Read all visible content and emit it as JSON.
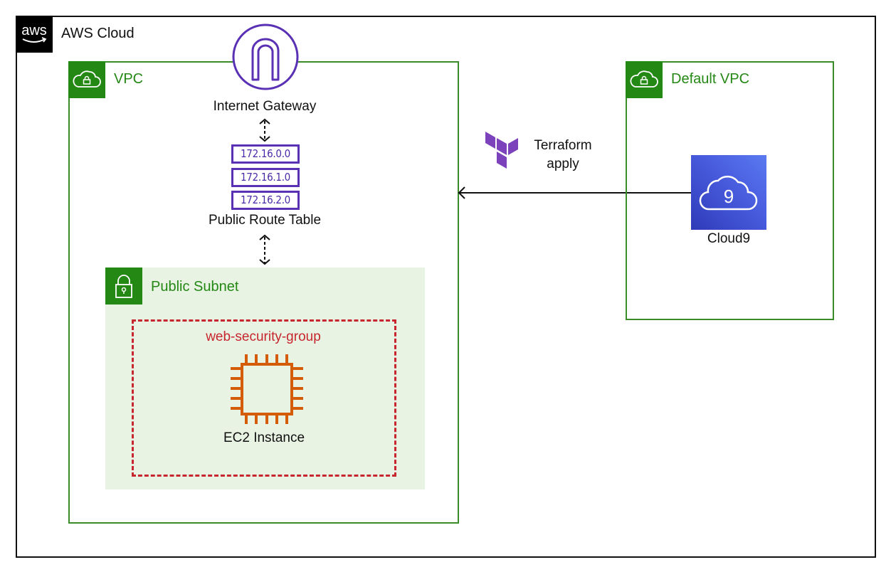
{
  "diagram": {
    "aws_cloud": {
      "label": "AWS Cloud",
      "icon": "aws-logo-icon"
    },
    "vpc": {
      "label": "VPC",
      "icon": "vpc-cloud-lock-icon",
      "color": "#248814"
    },
    "internet_gateway": {
      "label": "Internet Gateway",
      "icon": "internet-gateway-icon",
      "color": "#5a30b5"
    },
    "route_table": {
      "label": "Public Route Table",
      "routes": [
        "172.16.0.0",
        "172.16.1.0",
        "172.16.2.0"
      ],
      "color": "#5a30b5"
    },
    "public_subnet": {
      "label": "Public Subnet",
      "icon": "subnet-lock-icon",
      "color": "#248814",
      "background": "#e8f3e3"
    },
    "security_group": {
      "label": "web-security-group",
      "color": "#c7262e"
    },
    "ec2": {
      "label": "EC2 Instance",
      "icon": "ec2-chip-icon",
      "color": "#d45b07"
    },
    "terraform": {
      "label_line1": "Terraform",
      "label_line2": "apply",
      "icon": "terraform-icon",
      "color": "#7b42bc"
    },
    "default_vpc": {
      "label": "Default VPC",
      "icon": "vpc-cloud-lock-icon",
      "color": "#248814"
    },
    "cloud9": {
      "label": "Cloud9",
      "icon": "cloud9-icon",
      "glyph": "9"
    },
    "connections": [
      {
        "from": "internet_gateway",
        "to": "route_table",
        "style": "dashed-bidirectional"
      },
      {
        "from": "route_table",
        "to": "public_subnet",
        "style": "dashed-bidirectional"
      },
      {
        "from": "cloud9",
        "to": "vpc",
        "style": "solid-arrow",
        "label": "Terraform apply"
      }
    ]
  }
}
